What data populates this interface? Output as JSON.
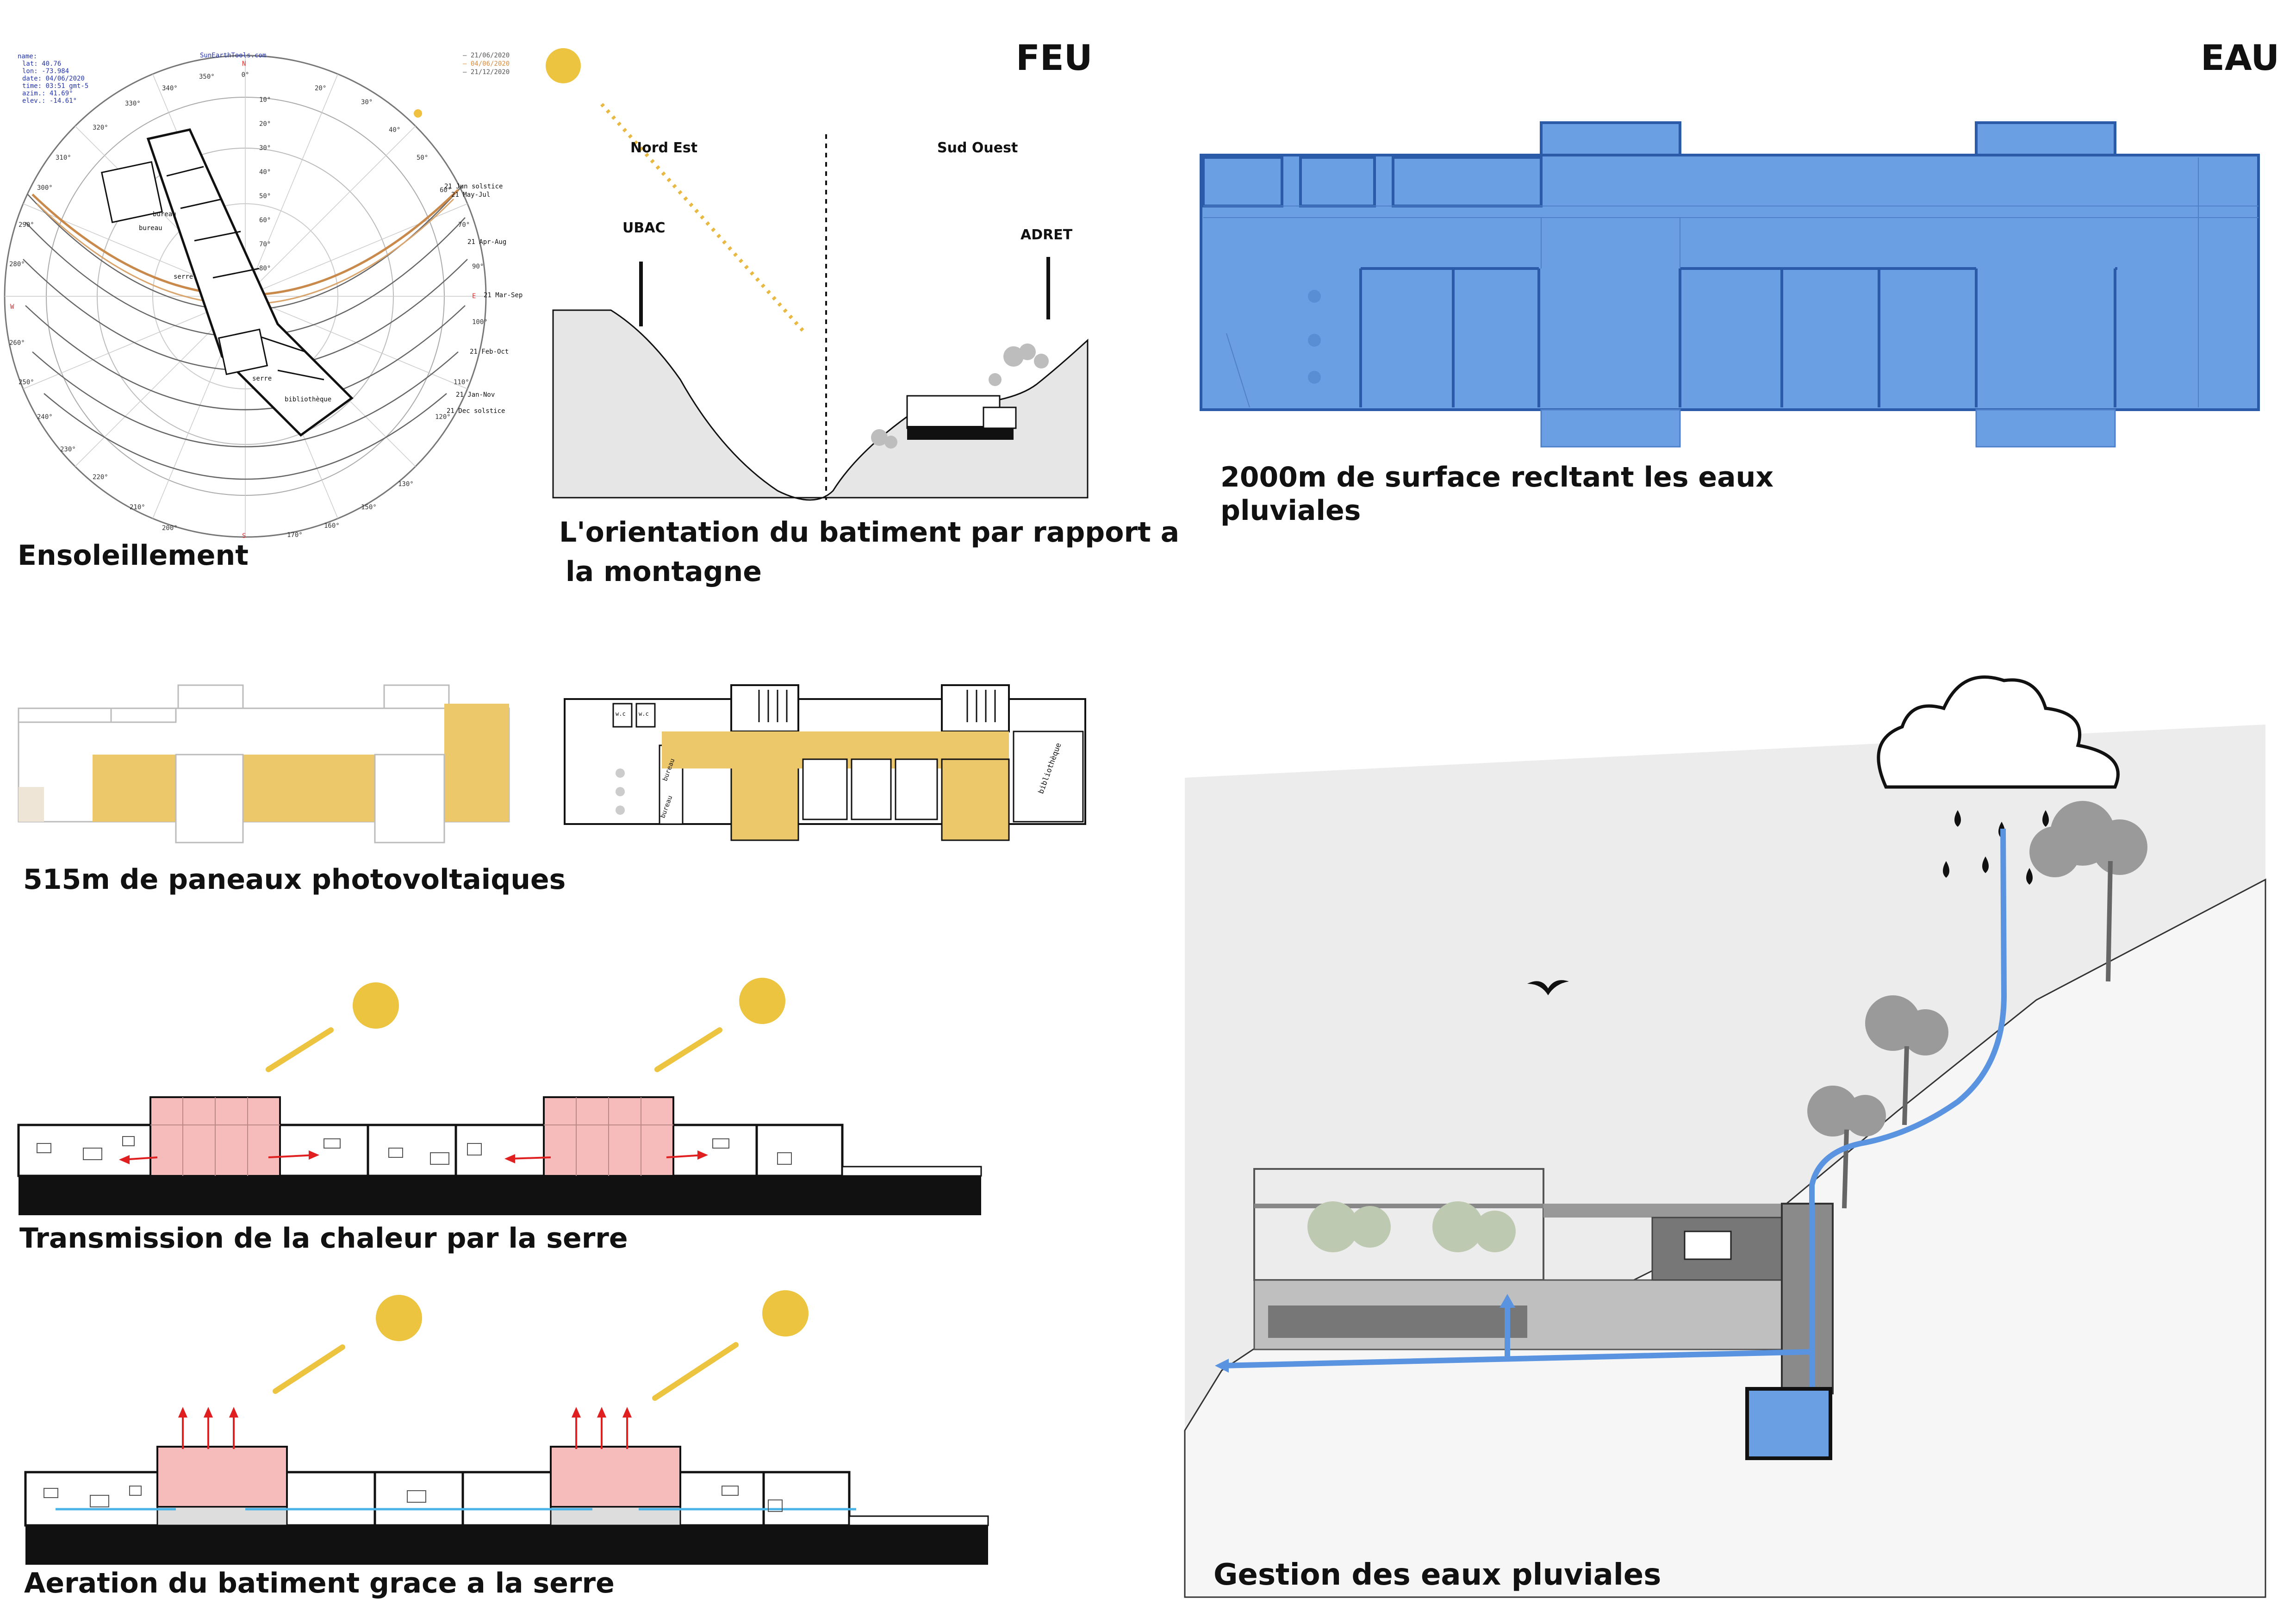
{
  "sections": {
    "feu": "FEU",
    "eau": "EAU"
  },
  "sunpath": {
    "caption": "Ensoleillement",
    "site": "SunEarthTools.com",
    "info": [
      "name:",
      "lat: 40.76",
      "lon: -73.984",
      "date: 04/06/2020",
      "time: 03:51 gmt-5",
      "azim.: 41.69°",
      "elev.: -14.61°"
    ],
    "legend": [
      "— 21/06/2020",
      "— 04/06/2020",
      "— 21/12/2020"
    ],
    "seasons": [
      "21 Jun  solstice",
      "21 May-Jul",
      "21 Apr-Aug",
      "21 Mar-Sep",
      "21 Feb-Oct",
      "21 Jan-Nov",
      "21 Dec  solstice"
    ],
    "cardinals": {
      "n": "N",
      "e": "E",
      "s": "S",
      "w": "W"
    },
    "rooms": [
      "bureau",
      "bureau",
      "serre",
      "serre",
      "bibliothèque"
    ],
    "colors": {
      "path": "#c8894a",
      "sun": "#f0c040",
      "red": "#e03030"
    }
  },
  "mountain": {
    "caption_line1": "L'orientation du batiment par rapport a",
    "caption_line2": "la montagne",
    "left_dir": "Nord Est",
    "right_dir": "Sud Ouest",
    "left_slope": "UBAC",
    "right_slope": "ADRET"
  },
  "solar": {
    "caption": "515m de paneaux photovoltaiques",
    "rooms": [
      "w.c",
      "w.c",
      "bureau",
      "bureau",
      "bibliothèque"
    ],
    "panel_color": "#ecc86a"
  },
  "serre": {
    "caption_heat": "Transmission de la chaleur par la serre",
    "caption_air": "Aeration du batiment grace a la serre",
    "serre_color": "#f6bcbc",
    "arrow_color": "#e02020",
    "air_color": "#4ab4e6",
    "sun_color": "#ecc440"
  },
  "roof": {
    "caption": "2000m de surface recltant les eaux pluviales",
    "roof_color": "#6b9fe4",
    "line_color": "#2a5aa8"
  },
  "rain": {
    "caption": "Gestion des eaux pluviales",
    "pipe_color": "#5a93e0",
    "tank_color": "#6b9fe4"
  }
}
